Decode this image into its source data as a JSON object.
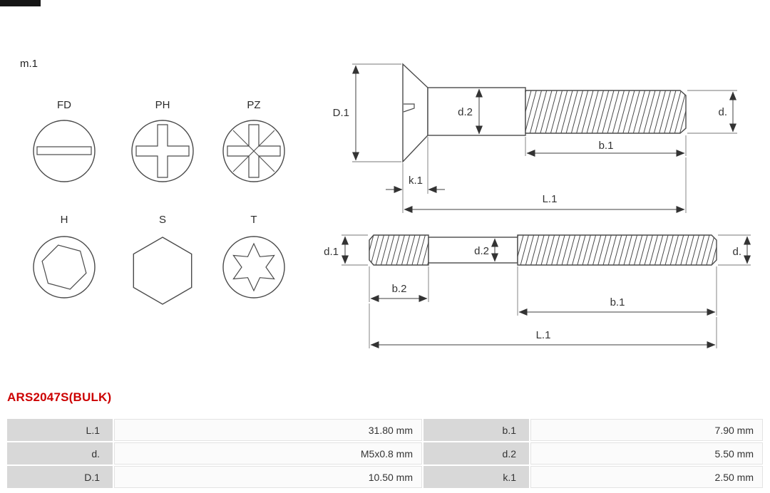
{
  "page": {
    "variant_label": "m.1"
  },
  "drive_types": [
    {
      "code": "FD"
    },
    {
      "code": "PH"
    },
    {
      "code": "PZ"
    },
    {
      "code": "H"
    },
    {
      "code": "S"
    },
    {
      "code": "T"
    }
  ],
  "drawing_top": {
    "labels": {
      "D1": "D.1",
      "d2": "d.2",
      "d": "d.",
      "b1": "b.1",
      "k1": "k.1",
      "L1": "L.1"
    }
  },
  "drawing_bottom": {
    "labels": {
      "d1": "d.1",
      "d2": "d.2",
      "d": "d.",
      "b2": "b.2",
      "b1": "b.1",
      "L1": "L.1"
    }
  },
  "product": {
    "code": "ARS2047S(BULK)",
    "code_color": "#cc0000"
  },
  "spec_table": {
    "rows": [
      [
        "L.1",
        "31.80 mm",
        "b.1",
        "7.90 mm"
      ],
      [
        "d.",
        "M5x0.8 mm",
        "d.2",
        "5.50 mm"
      ],
      [
        "D.1",
        "10.50 mm",
        "k.1",
        "2.50 mm"
      ]
    ]
  }
}
